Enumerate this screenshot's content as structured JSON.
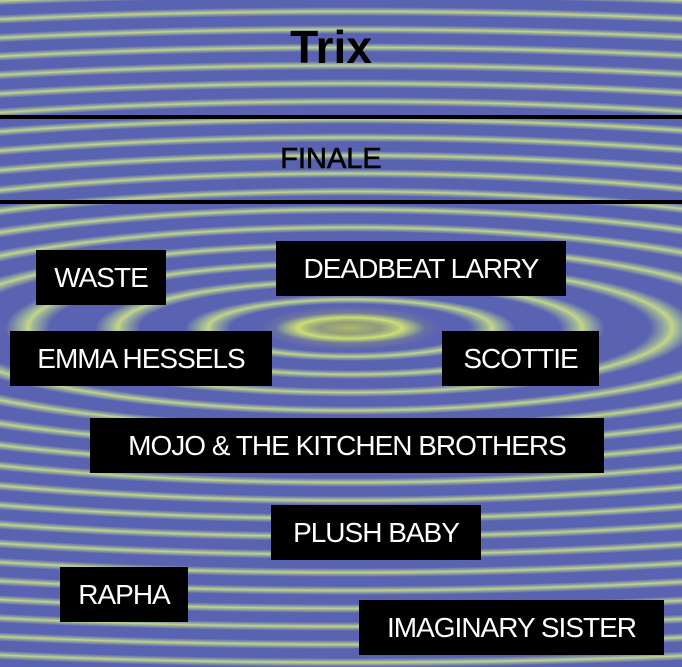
{
  "header": {
    "title": "Trix",
    "subtitle": "FINALE"
  },
  "acts": [
    "WASTE",
    "DEADBEAT LARRY",
    "EMMA HESSELS",
    "SCOTTIE",
    "MOJO & THE KITCHEN BROTHERS",
    "PLUSH BABY",
    "RAPHA",
    "IMAGINARY SISTER"
  ]
}
